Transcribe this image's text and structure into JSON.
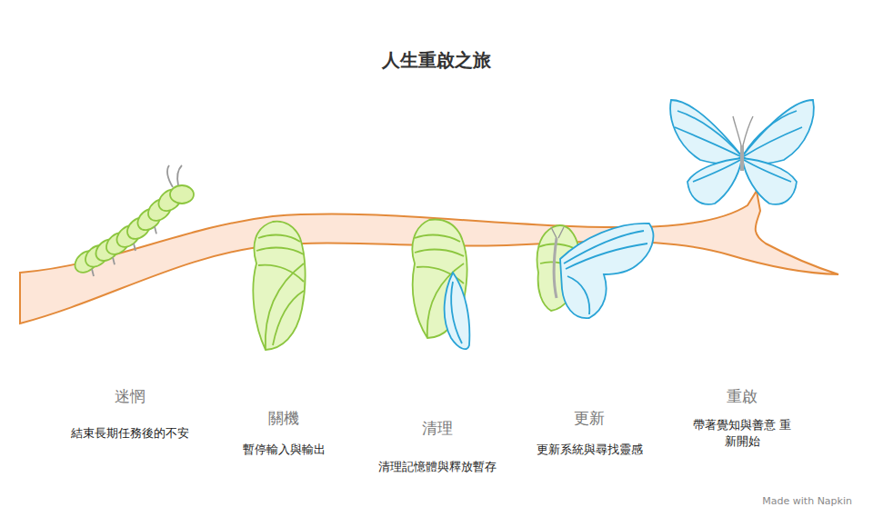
{
  "diagram": {
    "title": "人生重啟之旅",
    "labels": [
      "迷惘",
      "結束長期任務後的不安",
      "關機",
      "暫停輸入與輸出",
      "清理",
      "清理記憶體與釋放暫存",
      "更新",
      "更新系統與尋找靈感",
      "重啟",
      "帶著覺知與善意 重新開始",
      "Made with Napkin"
    ]
  }
}
